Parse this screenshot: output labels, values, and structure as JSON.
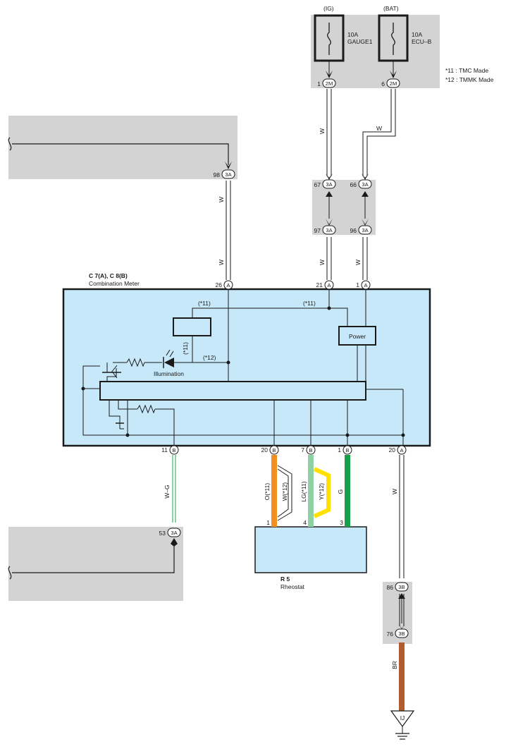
{
  "fuses": [
    {
      "supply": "(IG)",
      "amps": "10A",
      "name": "GAUGE1"
    },
    {
      "supply": "(BAT)",
      "amps": "10A",
      "name": "ECU–B"
    }
  ],
  "notes": [
    "*11 : TMC Made",
    "*12 : TMMK Made"
  ],
  "connectors": {
    "c2M": "2M",
    "c3A": "3A",
    "c3B": "3B",
    "cA": "A",
    "cB": "B"
  },
  "pins": {
    "p1": "1",
    "p6": "6",
    "p98": "98",
    "p67": "67",
    "p66": "66",
    "p97": "97",
    "p96": "96",
    "p26": "26",
    "p21": "21",
    "p1a": "1",
    "p11": "11",
    "p20": "20",
    "p7": "7",
    "p1b": "1",
    "p20a": "20",
    "p53": "53",
    "p86": "86",
    "p76": "76",
    "r1": "1",
    "r4": "4",
    "r3": "3"
  },
  "wires": {
    "W": "W",
    "WG": "W–G",
    "O11": "O(*11)",
    "W12": "W(*12)",
    "LG11": "LG(*11)",
    "Y12": "Y(*12)",
    "G": "G",
    "BR": "BR"
  },
  "meter": {
    "code": "C 7(A),  C 8(B)",
    "name": "Combination Meter",
    "power": "Power",
    "illumination": "Illumination",
    "n11a": "(*11)",
    "n11b": "(*11)",
    "n11c": "(*11)",
    "n12": "(*12)"
  },
  "rheostat": {
    "code": "R 5",
    "name": "Rheostat"
  },
  "ground": "IJ",
  "colors": {
    "box_fill": "#c7e8f8",
    "gray": "#d3d3d3",
    "orange": "#f0901e",
    "light_green": "#8ed1a5",
    "yellow": "#ffe000",
    "green": "#16a04a",
    "brown": "#b15b2e"
  }
}
